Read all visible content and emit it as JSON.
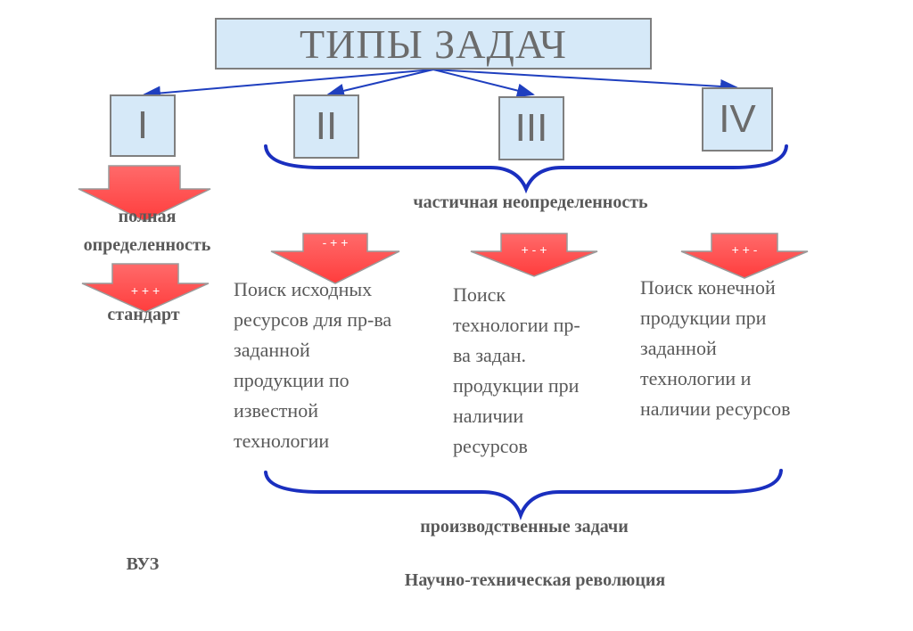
{
  "title": "ТИПЫ ЗАДАЧ",
  "types": [
    "I",
    "II",
    "III",
    "IV"
  ],
  "labels": {
    "full_certainty_line1": "полная",
    "full_certainty_line2": "определенность",
    "standard": "стандарт",
    "partial_uncertainty": "частичная неопределенность",
    "production_tasks": "производственные задачи",
    "vuz": "ВУЗ",
    "ntr": "Научно-техническая революция"
  },
  "arrow_marks": {
    "full": "+ + +",
    "type2": "- + +",
    "type3": "+ - +",
    "type4": "+ + -"
  },
  "descriptions": {
    "type2": [
      "Поиск исходных",
      "ресурсов для пр-ва",
      "заданной",
      "продукции по",
      "известной",
      "технологии"
    ],
    "type3": [
      "Поиск",
      "технологии пр-",
      "ва задан.",
      "продукции при",
      "наличии",
      "ресурсов"
    ],
    "type4": [
      "Поиск конечной",
      "продукции при",
      "заданной",
      "технологии и",
      "наличии ресурсов"
    ]
  },
  "colors": {
    "box_fill": "#d6e9f8",
    "box_border": "#7f7f7f",
    "arrow_red": "#ff4b4b",
    "connector_blue": "#1f3fbf",
    "brace_blue": "#1a2fbf"
  }
}
